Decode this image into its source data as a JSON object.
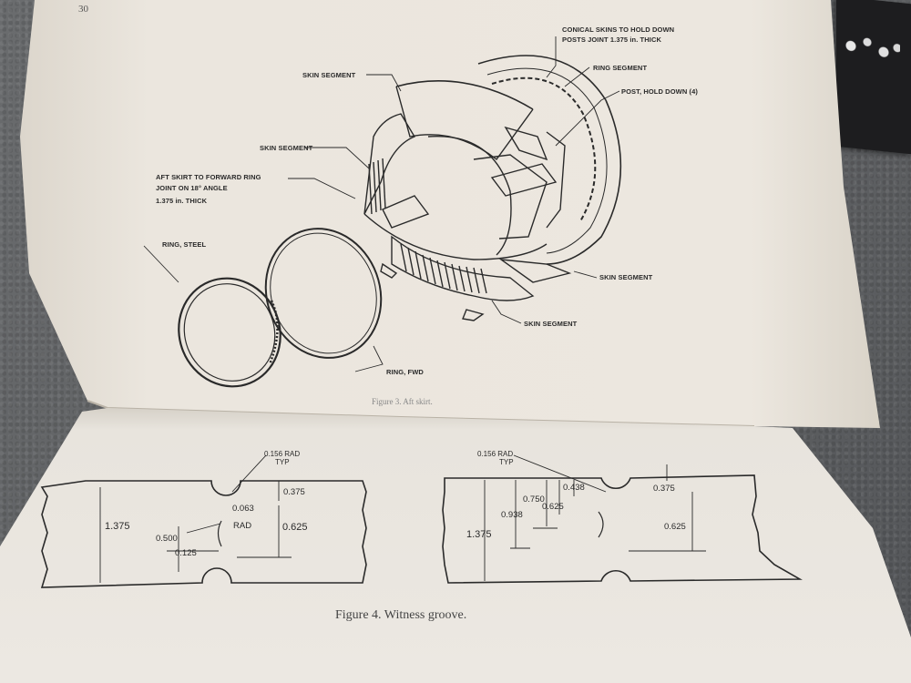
{
  "top_page": {
    "page_number": "30",
    "labels": {
      "skin_segment_top": "SKIN SEGMENT",
      "skin_segment_left": "SKIN SEGMENT",
      "aft_skirt_l1": "AFT SKIRT TO FORWARD RING",
      "aft_skirt_l2": "JOINT ON 18° ANGLE",
      "aft_skirt_l3": "1.375 in. THICK",
      "ring_steel": "RING, STEEL",
      "conical_l1": "CONICAL SKINS TO HOLD DOWN",
      "conical_l2": "POSTS JOINT 1.375 in. THICK",
      "ring_segment": "RING SEGMENT",
      "post_hold_down": "POST, HOLD DOWN (4)",
      "skin_segment_right": "SKIN SEGMENT",
      "skin_segment_bottom": "SKIN SEGMENT",
      "ring_fwd": "RING, FWD"
    },
    "caption": "Figure 3.  Aft skirt."
  },
  "bottom_page": {
    "left_drawing": {
      "rad_label_l1": "0.156 RAD",
      "rad_label_l2": "TYP",
      "d_0375": "0.375",
      "d_0063": "0.063",
      "d_rad": "RAD",
      "d_1375": "1.375",
      "d_0625": "0.625",
      "d_0500": "0.500",
      "d_0125": "0.125"
    },
    "right_drawing": {
      "rad_label_l1": "0.156 RAD",
      "rad_label_l2": "TYP",
      "d_0438": "0.438",
      "d_0750": "0.750",
      "d_0625_inner": "0.625",
      "d_0938": "0.938",
      "d_1375": "1.375",
      "d_0375": "0.375",
      "d_0625": "0.625"
    },
    "caption": "Figure 4.  Witness groove."
  },
  "colors": {
    "paper_top": "#ebe6de",
    "paper_bottom": "#eae6e0",
    "ink": "#2a2a2a",
    "background": "#5f6163"
  }
}
